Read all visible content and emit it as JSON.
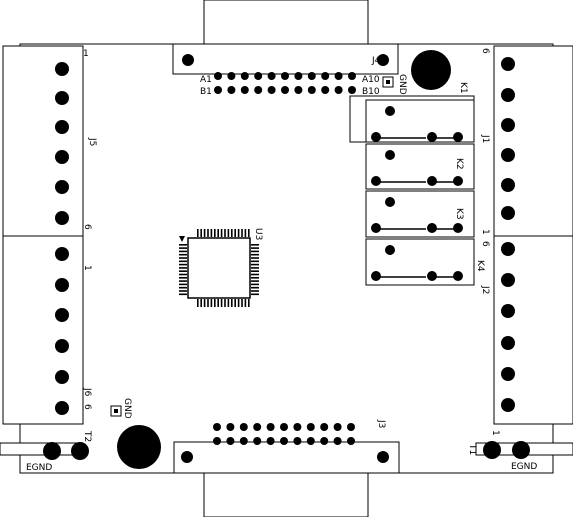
{
  "labels": {
    "j1": "J1",
    "j2": "J2",
    "j3": "J3",
    "j4": "J4",
    "j5": "J5",
    "j6": "J6",
    "k1": "K1",
    "k2": "K2",
    "k3": "K3",
    "k4": "K4",
    "u3": "U3",
    "t1": "T1",
    "t2": "T2",
    "egnd_left": "EGND",
    "egnd_right": "EGND",
    "gnd_top": "GND",
    "gnd_bottom": "GND",
    "a1": "A1",
    "b1": "B1",
    "a10": "A10",
    "b10": "B10",
    "pin_1_j5": "1",
    "pin_6_j5": "6",
    "pin_1_j6": "1",
    "pin_6_j6": "6",
    "pin_6_j1": "6",
    "pin_1_j1": "1",
    "pin_6_j2": "6",
    "pin_1_t1": "1"
  },
  "colors": {
    "ink": "#000000",
    "board": "#ffffff"
  }
}
